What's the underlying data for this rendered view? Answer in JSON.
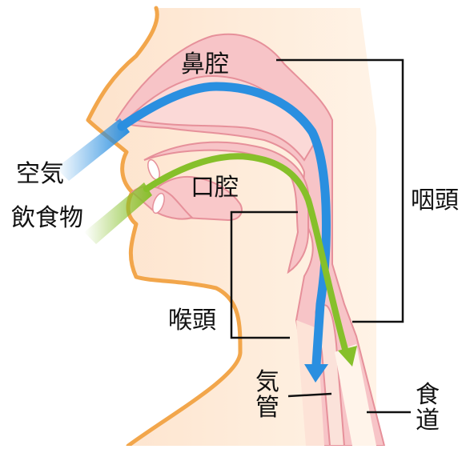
{
  "labels": {
    "nasal_cavity": "鼻腔",
    "oral_cavity": "口腔",
    "pharynx": "咽頭",
    "larynx": "喉頭",
    "air": "空気",
    "food": "飲食物",
    "trachea": "気管",
    "esophagus": "食道"
  },
  "colors": {
    "skin": "#fde3cc",
    "skin_outline": "#f2a64b",
    "tissue": "#f7c4c7",
    "tissue_outline": "#e6909a",
    "air_flow": "#2a8fe0",
    "food_flow": "#86c02a",
    "leader_line": "#111111"
  }
}
